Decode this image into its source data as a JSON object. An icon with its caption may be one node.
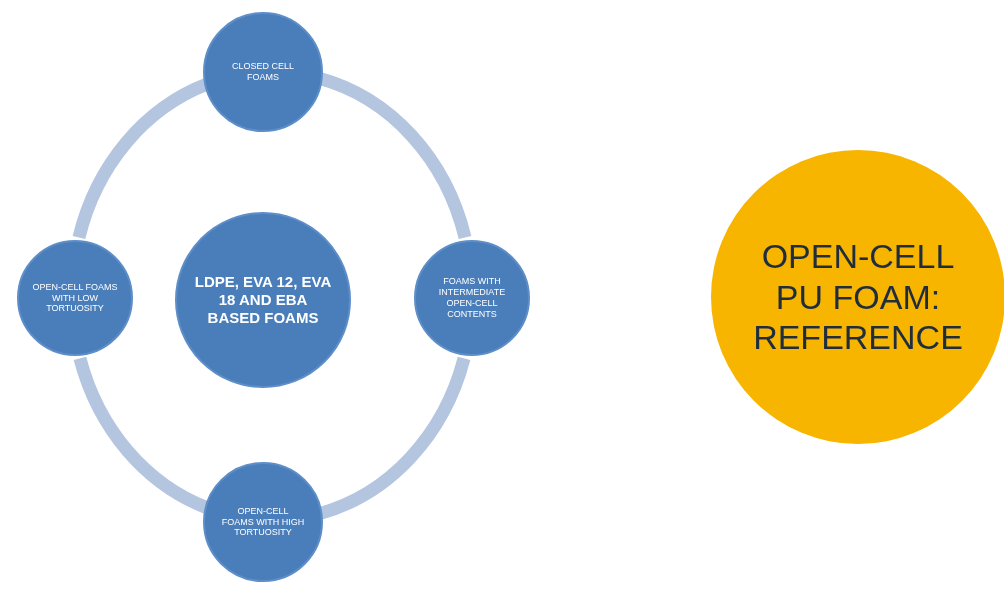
{
  "diagram": {
    "nodes": [
      {
        "text": [
          "CLOSED CELL FOAMS"
        ]
      },
      {
        "text": [
          "OPEN-CELL FOAMS WITH LOW TORTUOSITY"
        ]
      },
      {
        "text": [
          "LDPE, EVA 12, EVA 18 AND EBA BASED FOAMS"
        ]
      },
      {
        "text": [
          "FOAMS WITH INTERMEDIATE OPEN-CELL CONTENTS"
        ]
      },
      {
        "text": [
          "OPEN-CELL FOAMS WITH HIGH TORTUOSITY"
        ]
      },
      {
        "text": [
          "OPEN-CELL PU FOAM: REFERENCE"
        ]
      }
    ],
    "edges": [
      {
        "from": 0,
        "to": 3,
        "arrow": "none"
      },
      {
        "from": 3,
        "to": 4,
        "arrow": "none"
      },
      {
        "from": 4,
        "to": 1,
        "arrow": "none"
      },
      {
        "from": 1,
        "to": 0,
        "arrow": "none"
      }
    ]
  }
}
